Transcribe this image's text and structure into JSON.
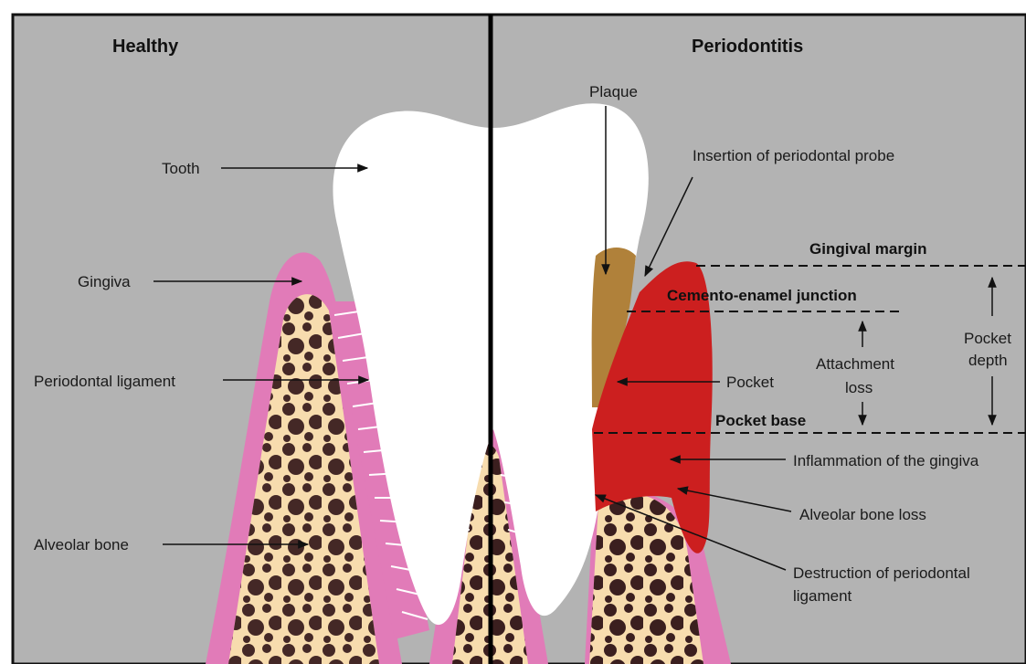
{
  "colors": {
    "background": "#b3b3b3",
    "tooth": "#ffffff",
    "gingiva": "#e17bb8",
    "bone": "#f7dcae",
    "bone_dots": "#3b1f1f",
    "inflamed_gingiva": "#cc1f1f",
    "plaque": "#b0813a",
    "divider": "#000000"
  },
  "titles": {
    "healthy": "Healthy",
    "periodontitis": "Periodontitis"
  },
  "labels": {
    "tooth": "Tooth",
    "gingiva": "Gingiva",
    "periodontal_ligament": "Periodontal ligament",
    "alveolar_bone": "Alveolar bone",
    "plaque": "Plaque",
    "insertion_probe": "Insertion of periodontal probe",
    "gingival_margin": "Gingival margin",
    "cemento_enamel_junction": "Cemento-enamel junction",
    "pocket": "Pocket",
    "attachment_loss_line1": "Attachment",
    "attachment_loss_line2": "loss",
    "pocket_depth_line1": "Pocket",
    "pocket_depth_line2": "depth",
    "pocket_base": "Pocket base",
    "inflammation": "Inflammation of the gingiva",
    "alveolar_bone_loss": "Alveolar bone loss",
    "destruction_line1": "Destruction of periodontal",
    "destruction_line2": "ligament"
  },
  "icons": {
    "arrow": "arrowhead-icon",
    "bone_texture": "bone-dots-pattern"
  }
}
